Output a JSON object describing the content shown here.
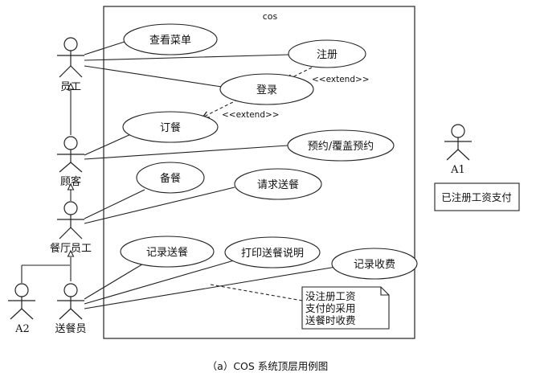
{
  "diagram": {
    "system_name": "cos",
    "caption": "（a）COS 系统顶层用例图",
    "stereotype": "<<extend>>",
    "actors": {
      "employee": "员工",
      "customer": "顾客",
      "restaurant_staff": "餐厅员工",
      "a2": "A2",
      "delivery": "送餐员",
      "a1": "A1"
    },
    "use_cases": {
      "view_menu": "查看菜单",
      "register": "注册",
      "login": "登录",
      "order": "订餐",
      "reserve": "预约/覆盖预约",
      "prepare": "备餐",
      "request_delivery": "请求送餐",
      "record_delivery": "记录送餐",
      "print_delivery_note": "打印送餐说明",
      "record_payment": "记录收费"
    },
    "notes": {
      "registered_payment": "已注册工资支付",
      "unregistered_lines": [
        "没注册工资",
        "支付的采用",
        "送餐时收费"
      ]
    }
  }
}
